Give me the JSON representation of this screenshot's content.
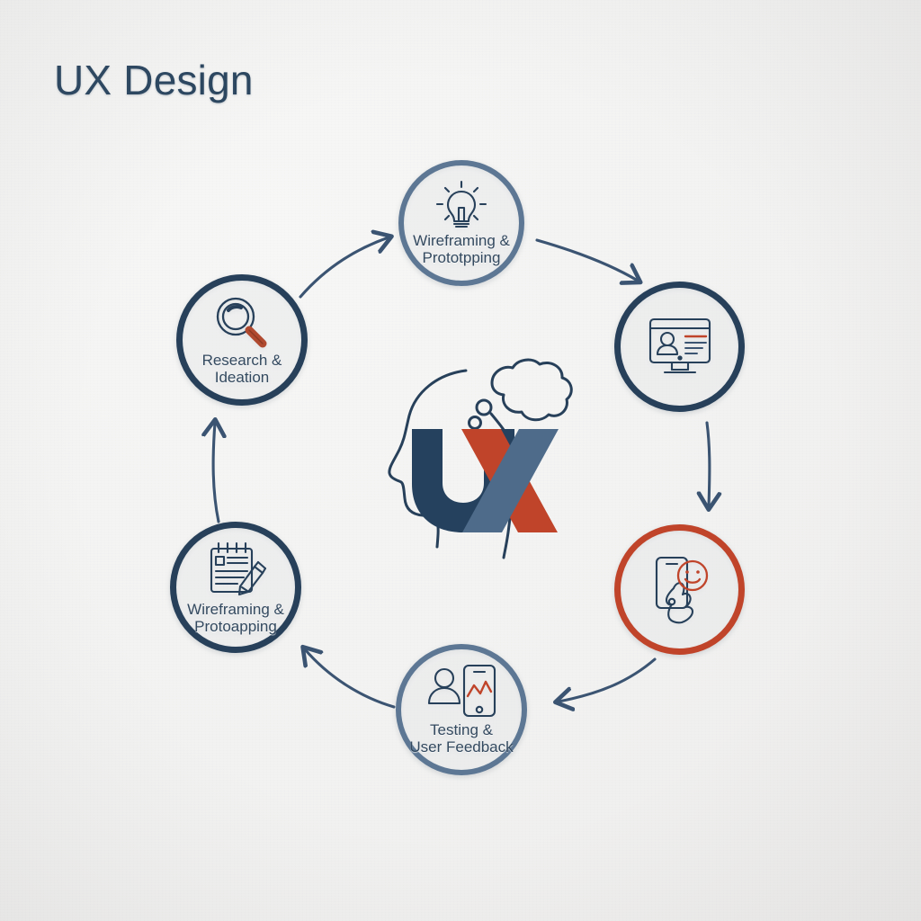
{
  "page": {
    "title": "UX Design",
    "background_color": "#f2f2f1"
  },
  "palette": {
    "navy": "#27405a",
    "slate": "#5d7794",
    "red": "#c0442a",
    "text": "#33495f",
    "title": "#2b4660"
  },
  "center": {
    "logo_letter_u": "U",
    "logo_letter_x": "X",
    "icon": "head-thought-bubble-icon"
  },
  "nodes": [
    {
      "id": "wireframing-prototyping-top",
      "icon": "lightbulb-icon",
      "label_line1": "Wireframing &",
      "label_line2": "Prototpping",
      "ring": "slate",
      "position": "top"
    },
    {
      "id": "ui-design-monitor",
      "icon": "desktop-monitor-profile-icon",
      "label_line1": "",
      "label_line2": "",
      "ring": "navy",
      "position": "right-top"
    },
    {
      "id": "usability-hand-phone",
      "icon": "hand-phone-smiley-icon",
      "label_line1": "",
      "label_line2": "",
      "ring": "red",
      "position": "right-bottom"
    },
    {
      "id": "testing-user-feedback",
      "icon": "user-phone-chart-icon",
      "label_line1": "Testing &",
      "label_line2": "User Feedback",
      "ring": "slate",
      "position": "bottom"
    },
    {
      "id": "wireframing-prototyping-left",
      "icon": "notepad-pencil-icon",
      "label_line1": "Wireframing &",
      "label_line2": "Protoapping",
      "ring": "navy",
      "position": "left-bottom"
    },
    {
      "id": "research-ideation",
      "icon": "magnifying-glass-icon",
      "label_line1": "Research &",
      "label_line2": "Ideation",
      "ring": "navy",
      "position": "left-top"
    }
  ],
  "arrows": [
    {
      "id": "arrow-research-to-wireframing",
      "from": "research-ideation",
      "to": "wireframing-prototyping-top",
      "direction": "up-right"
    },
    {
      "id": "arrow-wireframing-to-monitor",
      "from": "wireframing-prototyping-top",
      "to": "ui-design-monitor",
      "direction": "down-right"
    },
    {
      "id": "arrow-monitor-to-usability",
      "from": "ui-design-monitor",
      "to": "usability-hand-phone",
      "direction": "down"
    },
    {
      "id": "arrow-usability-to-testing",
      "from": "usability-hand-phone",
      "to": "testing-user-feedback",
      "direction": "down-left"
    },
    {
      "id": "arrow-testing-to-wireframing-left",
      "from": "testing-user-feedback",
      "to": "wireframing-prototyping-left",
      "direction": "up-left"
    },
    {
      "id": "arrow-wireframing-left-to-research",
      "from": "wireframing-prototyping-left",
      "to": "research-ideation",
      "direction": "up"
    }
  ]
}
